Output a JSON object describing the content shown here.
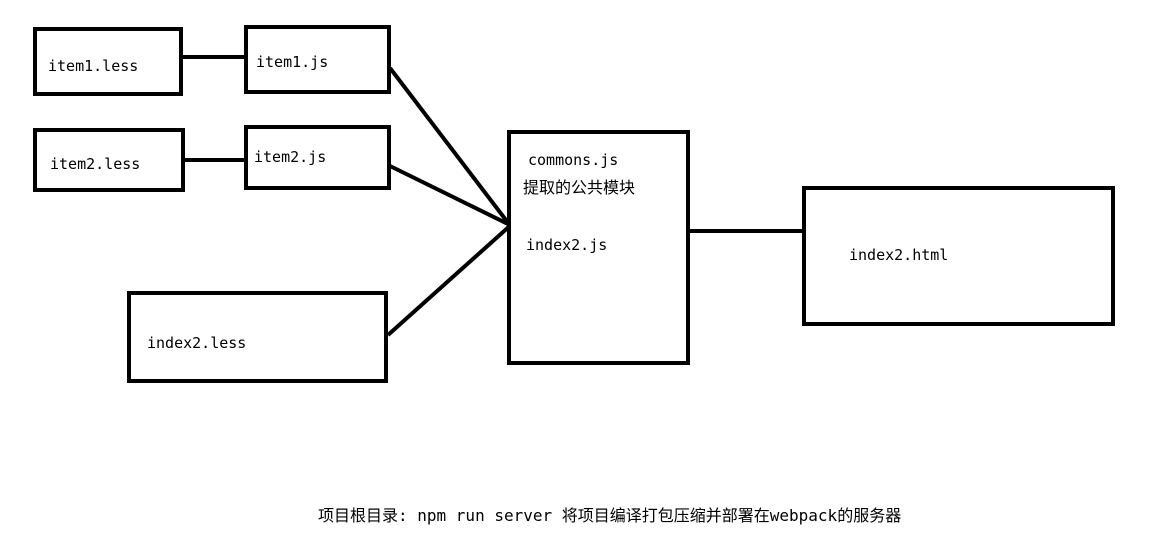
{
  "nodes": {
    "item1_less": "item1.less",
    "item1_js": "item1.js",
    "item2_less": "item2.less",
    "item2_js": "item2.js",
    "index2_less": "index2.less",
    "commons_title": "commons.js",
    "commons_subtitle": "提取的公共模块",
    "index2_js": "index2.js",
    "index2_html": "index2.html"
  },
  "caption": "项目根目录: npm run server 将项目编译打包压缩并部署在webpack的服务器"
}
